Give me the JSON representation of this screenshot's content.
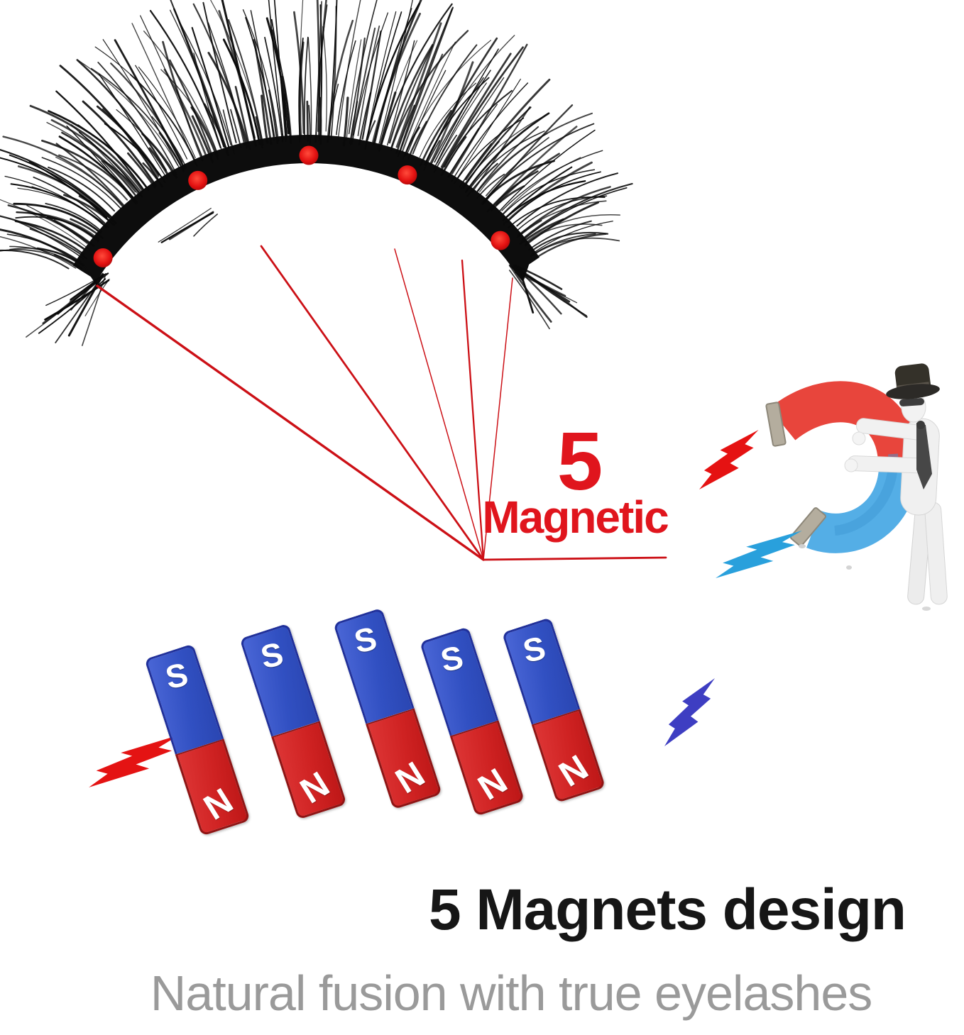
{
  "annotation": {
    "count": "5",
    "word": "Magnetic",
    "color": "#e0151d",
    "line_color": "#cc1016",
    "dot_color": "#e81414",
    "magnet_dot_count": 5
  },
  "magnets_row": {
    "count": 5,
    "pole_top": "S",
    "pole_bottom": "N",
    "blue": "#3150c2",
    "red": "#cf2222"
  },
  "icons": {
    "horseshoe_magnet": "horseshoe-magnet-icon",
    "magnet_man": "man-with-hat-figure",
    "bolt_red_upper": "lightning-bolt-red-icon",
    "bolt_blue_lower": "lightning-bolt-blue-icon",
    "bolt_red_row": "lightning-bolt-red-icon",
    "bolt_indigo_row": "lightning-bolt-indigo-icon",
    "eyelash": "false-eyelash-strip"
  },
  "captions": {
    "title": "5 Magnets design",
    "subtitle": "Natural fusion with true eyelashes",
    "title_color": "#161616",
    "subtitle_color": "#9a9a9a"
  }
}
